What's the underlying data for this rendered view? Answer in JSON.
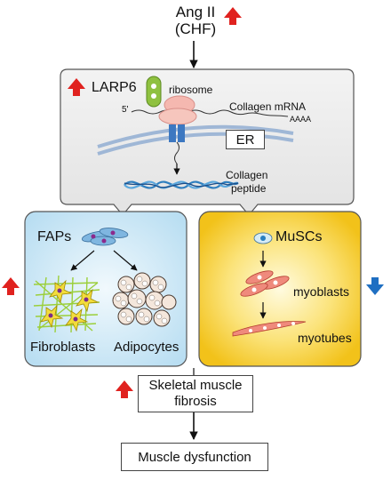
{
  "top": {
    "ang_ii": "Ang II",
    "chf": "(CHF)"
  },
  "cell_panel": {
    "larp6": "LARP6",
    "ribosome": "ribosome",
    "five_prime": "5'",
    "collagen_mrna": "Collagen mRNA",
    "poly_a": "AAAA",
    "er": "ER",
    "collagen_peptide_line1": "Collagen",
    "collagen_peptide_line2": "peptide"
  },
  "faps_panel": {
    "title": "FAPs",
    "fibroblasts": "Fibroblasts",
    "adipocytes": "Adipocytes"
  },
  "muscs_panel": {
    "title": "MuSCs",
    "myoblasts": "myoblasts",
    "myotubes": "myotubes"
  },
  "fibrosis_box": {
    "line1": "Skeletal muscle",
    "line2": "fibrosis"
  },
  "dysfunction_box": {
    "label": "Muscle dysfunction"
  },
  "colors": {
    "up_arrow": "#e0221f",
    "down_arrow": "#1f6fc2",
    "faps_bg": "#cfe8f6",
    "muscs_bg": "#f8d74a",
    "cell_panel_bg": "#ececec"
  },
  "icons": [
    "up-arrow-icon",
    "down-arrow-icon",
    "ribosome-icon",
    "larp6-protein-icon",
    "er-membrane-icon",
    "collagen-helix-icon",
    "fap-cells-icon",
    "fibroblast-network-icon",
    "adipocyte-cluster-icon",
    "musc-cell-icon",
    "myoblast-cells-icon",
    "myotube-cells-icon"
  ]
}
